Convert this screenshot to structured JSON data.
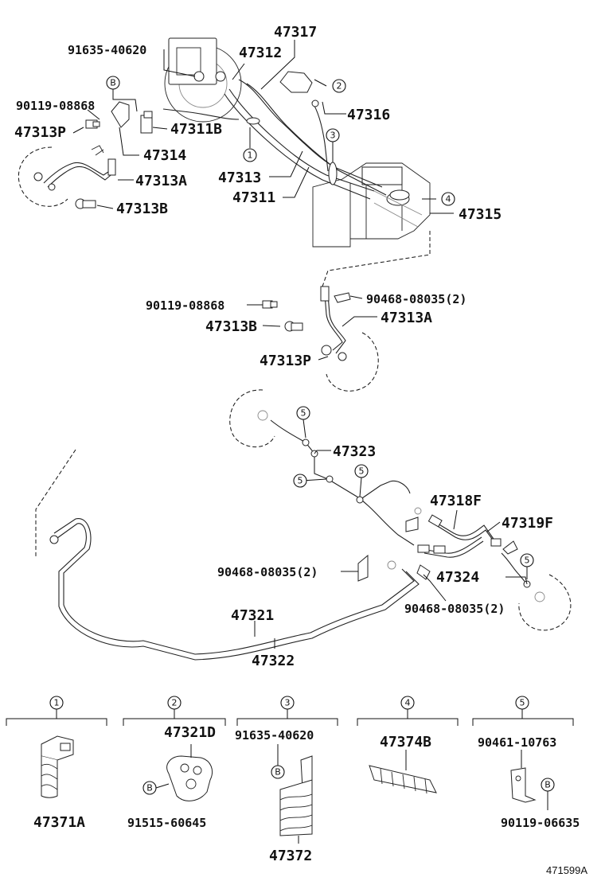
{
  "labels": {
    "p47317": "47317",
    "p47312": "47312",
    "p91635_a": "91635-40620",
    "p90119_a": "90119-08868",
    "p47316": "47316",
    "p47313P_a": "47313P",
    "p47311B": "47311B",
    "p47314": "47314",
    "p47313A_a": "47313A",
    "p47313": "47313",
    "p47311": "47311",
    "p47313B_a": "47313B",
    "p47315": "47315",
    "p90119_b": "90119-08868",
    "p90468_a": "90468-08035(2)",
    "p47313B_b": "47313B",
    "p47313A_b": "47313A",
    "p47313P_b": "47313P",
    "p47323": "47323",
    "p47318F": "47318F",
    "p47319F": "47319F",
    "p90468_b": "90468-08035(2)",
    "p47324": "47324",
    "p90468_c": "90468-08035(2)",
    "p47321": "47321",
    "p47322": "47322",
    "p47321D": "47321D",
    "p91635_b": "91635-40620",
    "p47374B": "47374B",
    "p90461": "90461-10763",
    "p47371A": "47371A",
    "p91515": "91515-60645",
    "p47372": "47372",
    "p90119_c": "90119-06635",
    "diagram_code": "471599A"
  },
  "callouts": {
    "c1": "1",
    "c2": "2",
    "c3": "3",
    "c4": "4",
    "c5": "5",
    "cB": "B"
  }
}
